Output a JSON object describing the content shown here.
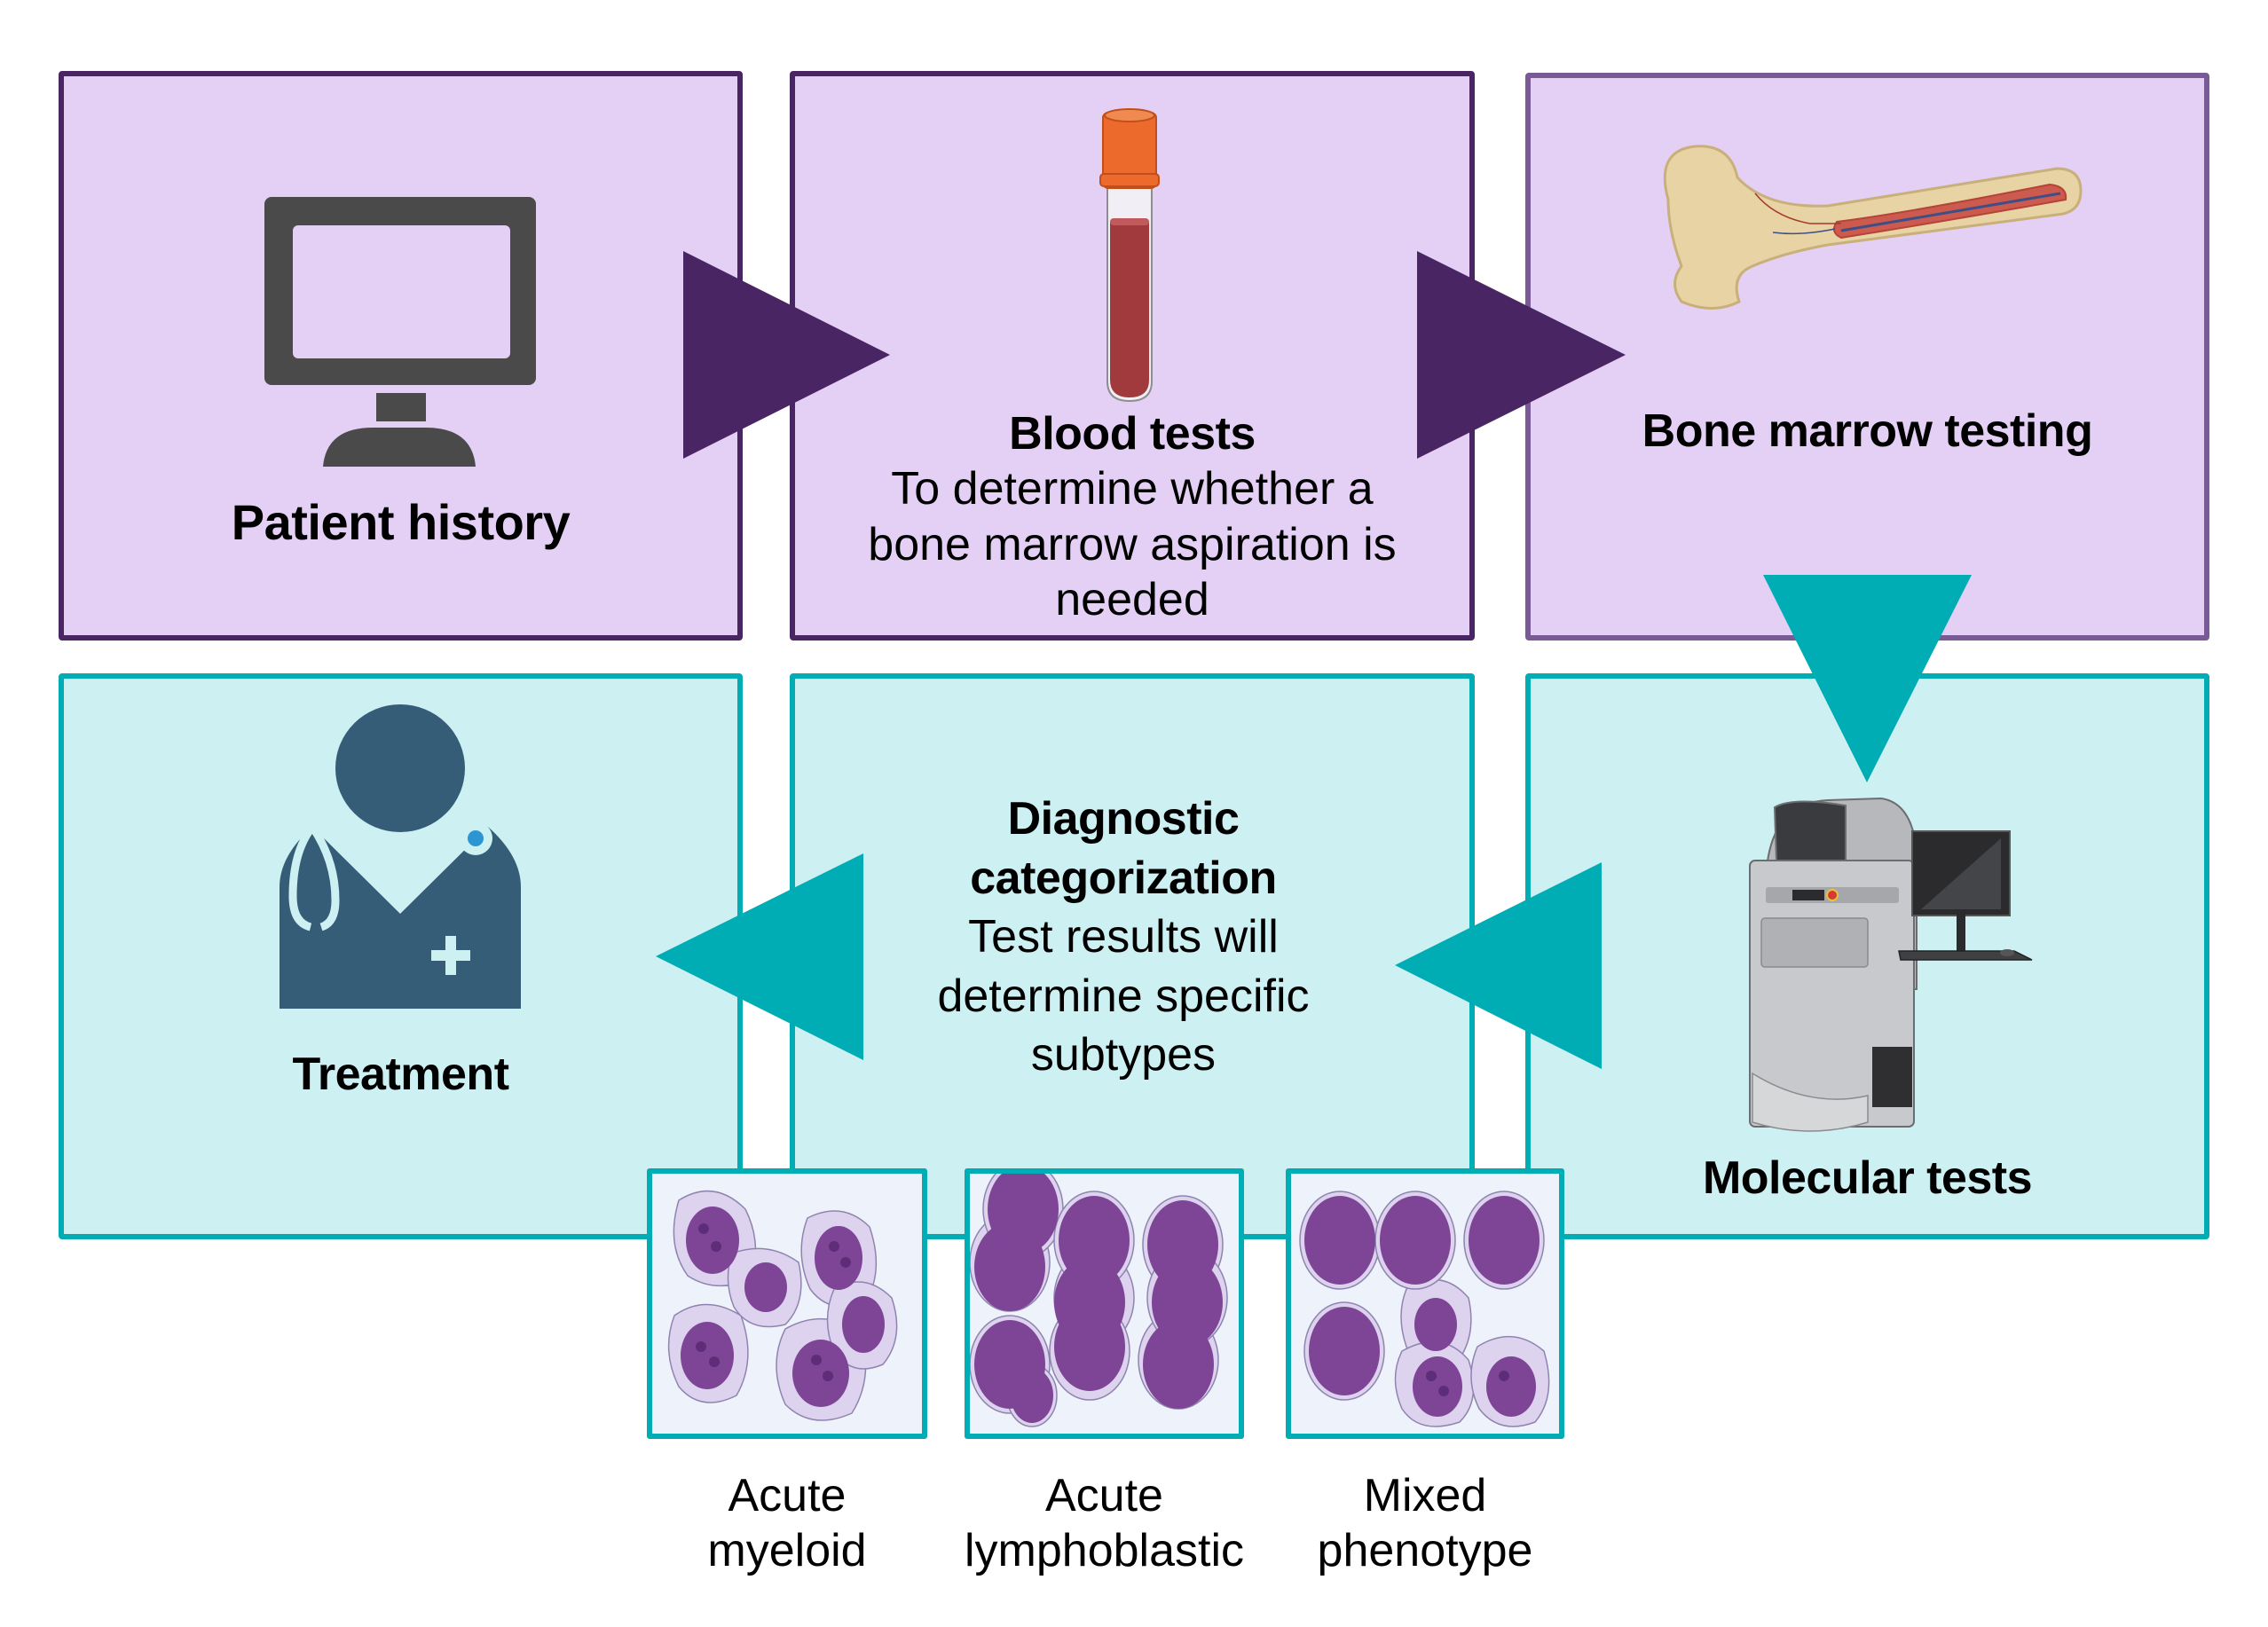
{
  "colors": {
    "purple_fill": "#e4d0f5",
    "purple_border": "#4a2563",
    "purple_arrow": "#4a2563",
    "teal_fill": "#cdf0f2",
    "teal_border": "#00adb5",
    "teal_arrow": "#00adb5",
    "cell_nucleus": "#7e4597",
    "cell_cytoplasm": "#ddd3ee"
  },
  "steps": [
    {
      "id": "patient-history",
      "title": "Patient history",
      "subtitle": "",
      "icon": "computer-monitor-icon"
    },
    {
      "id": "blood-tests",
      "title": "Blood tests",
      "subtitle": "To determine whether a bone marrow aspiration is needed",
      "subtitle_lines": [
        "To determine whether a",
        "bone marrow aspiration is",
        "needed"
      ],
      "icon": "blood-tube-icon"
    },
    {
      "id": "bone-marrow-testing",
      "title": "Bone marrow testing",
      "subtitle": "",
      "icon": "femur-bone-icon"
    },
    {
      "id": "molecular-tests",
      "title": "Molecular tests",
      "subtitle": "",
      "icon": "lab-analyzer-icon"
    },
    {
      "id": "diagnostic-categorization",
      "title_lines": [
        "Diagnostic",
        "categorization"
      ],
      "title": "Diagnostic categorization",
      "subtitle_lines": [
        "Test results will",
        "determine specific",
        "subtypes"
      ],
      "subtitle": "Test results will determine specific subtypes",
      "icon": ""
    },
    {
      "id": "treatment",
      "title": "Treatment",
      "subtitle": "",
      "icon": "doctor-icon"
    }
  ],
  "subtypes": [
    {
      "lines": [
        "Acute",
        "myeloid"
      ],
      "label": "Acute myeloid",
      "icon": "myeloid-cells-icon"
    },
    {
      "lines": [
        "Acute",
        "lymphoblastic"
      ],
      "label": "Acute lymphoblastic",
      "icon": "lymphoblast-cells-icon"
    },
    {
      "lines": [
        "Mixed",
        "phenotype"
      ],
      "label": "Mixed phenotype",
      "icon": "mixed-cells-icon"
    }
  ]
}
